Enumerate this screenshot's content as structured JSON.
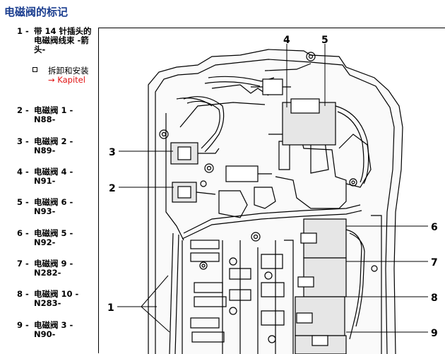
{
  "page": {
    "title": "电磁阀的标记"
  },
  "legend": [
    {
      "num": "1 -",
      "text": "带 14 针插头的电磁阀线束 -箭头-"
    },
    {
      "num": "2 -",
      "text": "电磁阀 1 - N88-"
    },
    {
      "num": "3 -",
      "text": "电磁阀 2 - N89-"
    },
    {
      "num": "4 -",
      "text": "电磁阀 4 - N91-"
    },
    {
      "num": "5 -",
      "text": "电磁阀 6 - N93-"
    },
    {
      "num": "6 -",
      "text": "电磁阀 5 - N92-"
    },
    {
      "num": "7 -",
      "text": "电磁阀 9 - N282-"
    },
    {
      "num": "8 -",
      "text": "电磁阀 10 - N283-"
    },
    {
      "num": "9 -",
      "text": "电磁阀 3 - N90-"
    }
  ],
  "subitem": {
    "text": "拆卸和安装",
    "link": "→ Kapitel"
  },
  "figure": {
    "callouts": [
      "1",
      "2",
      "3",
      "4",
      "5",
      "6",
      "7",
      "8",
      "9"
    ]
  }
}
